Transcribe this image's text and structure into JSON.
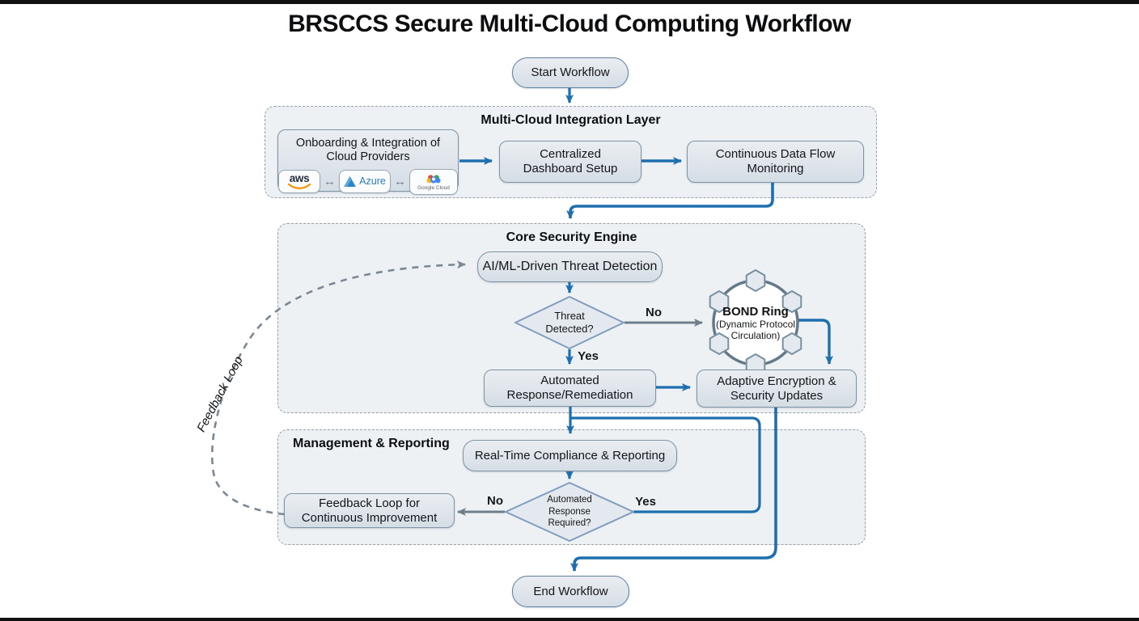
{
  "title": "BRSCCS Secure Multi-Cloud Computing Workflow",
  "containers": {
    "integration": "Multi-Cloud Integration Layer",
    "security": "Core Security Engine",
    "management": "Management & Reporting"
  },
  "nodes": {
    "start": "Start Workflow",
    "onboarding": [
      "Onboarding & Integration of",
      "Cloud Providers"
    ],
    "centralized": [
      "Centralized",
      "Dashboard Setup"
    ],
    "continuous": [
      "Continuous Data Flow",
      "Monitoring"
    ],
    "aiml": "AI/ML-Driven Threat Detection",
    "threat_decision": [
      "Threat",
      "Detected?"
    ],
    "bond_title": "BOND Ring",
    "bond_subtitle": [
      "(Dynamic Protocol",
      "Circulation)"
    ],
    "automated": [
      "Automated",
      "Response/Remediation"
    ],
    "adaptive": [
      "Adaptive Encryption &",
      "Security Updates"
    ],
    "realtime": "Real-Time Compliance & Reporting",
    "response_decision": [
      "Automated",
      "Response",
      "Required?"
    ],
    "feedback": [
      "Feedback Loop for",
      "Continuous Improvement"
    ],
    "end": "End Workflow"
  },
  "edge_labels": {
    "threat_no": "No",
    "threat_yes": "Yes",
    "response_no": "No",
    "response_yes": "Yes",
    "feedback_loop": "Feedback Loop"
  },
  "providers": [
    {
      "name": "aws"
    },
    {
      "name": "Azure"
    },
    {
      "name": "Google Cloud"
    }
  ],
  "icons": {
    "bidirectional_arrow": "↔"
  },
  "colors": {
    "flow_blue": "#1e6fae",
    "flow_gray": "#6e7e8a",
    "dashed_gray": "#7b8894",
    "node_border": "#7e93a4",
    "node_fill_top": "#eaeef2",
    "node_fill_bottom": "#d5dde5",
    "container_fill": "#edf1f4",
    "aws_orange": "#f79400",
    "azure_blue": "#2e86c8",
    "google_blue": "#4285f4",
    "google_red": "#ea4335",
    "google_yellow": "#fbbc05",
    "google_green": "#34a853"
  }
}
